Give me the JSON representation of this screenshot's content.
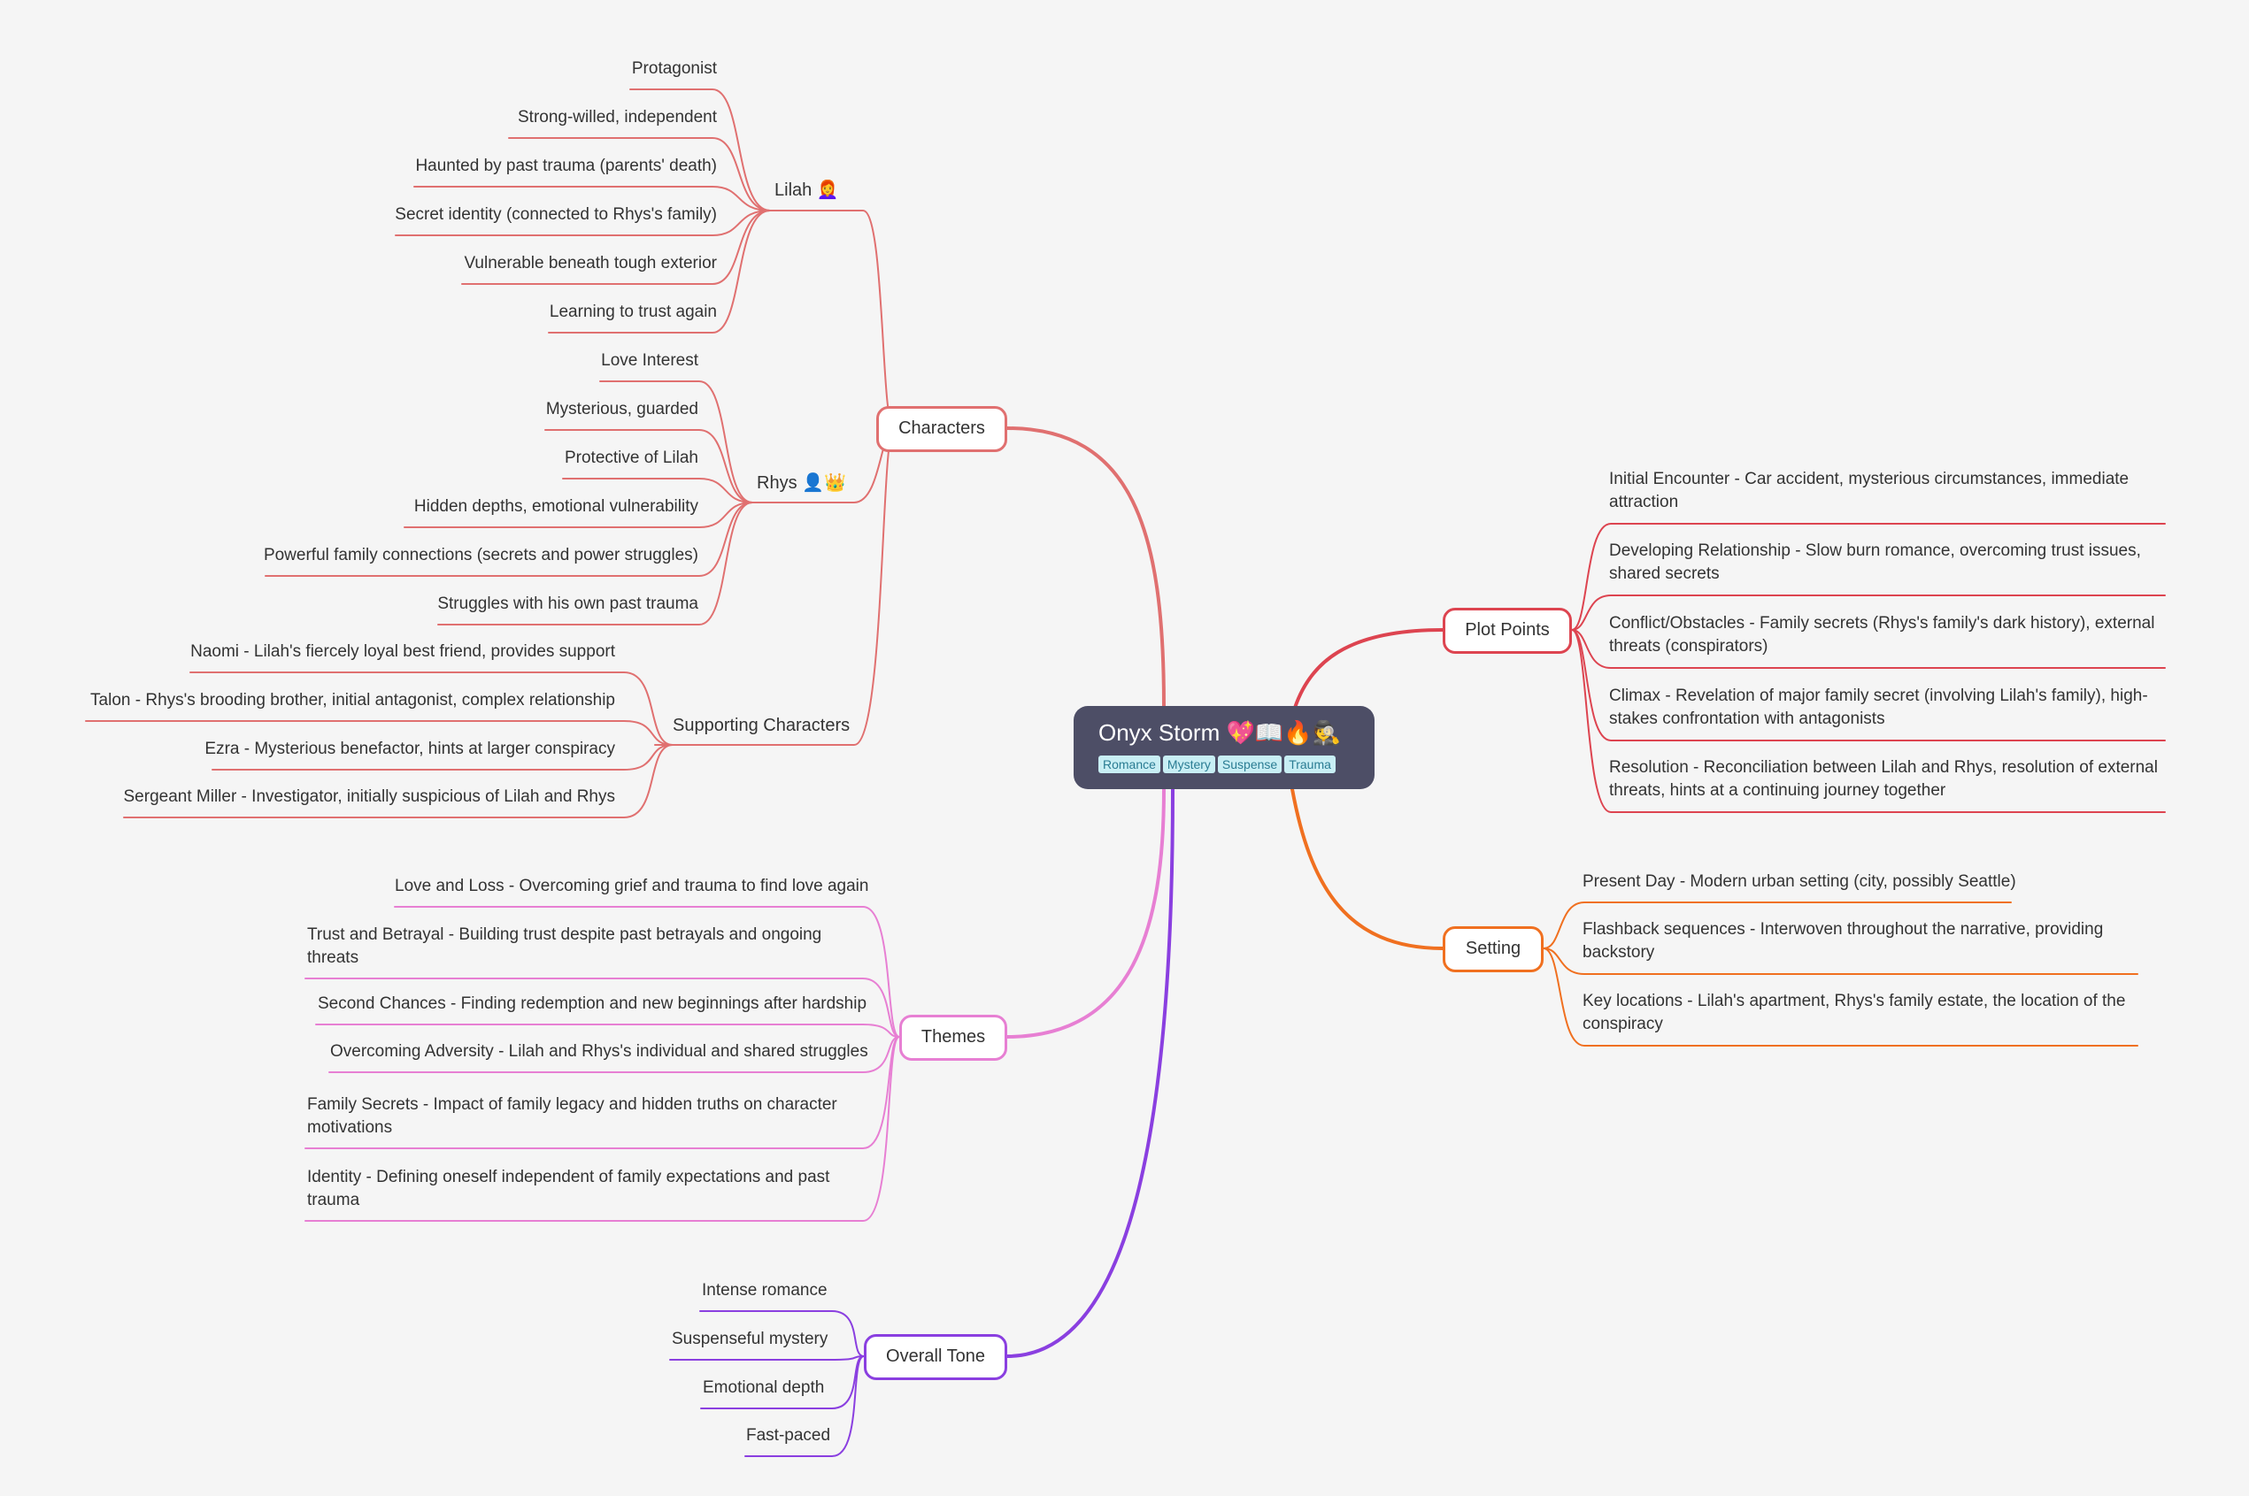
{
  "root": {
    "title": "Onyx Storm 💖📖🔥🕵",
    "tags": [
      "Romance",
      "Mystery",
      "Suspense",
      "Trauma"
    ]
  },
  "colors": {
    "characters": "#e07070",
    "themes": "#e77fd3",
    "overall_tone": "#8a3fe0",
    "plot_points": "#dd4450",
    "setting": "#f07020",
    "root_bg": "#4d4e66",
    "tag_bg": "#c8eef4",
    "tag_text": "#2a7c93"
  },
  "characters": {
    "label": "Characters",
    "lilah": {
      "label": "Lilah 👩‍🦰",
      "items": [
        "Protagonist",
        "Strong-willed, independent",
        "Haunted by past trauma (parents' death)",
        "Secret identity (connected to Rhys's family)",
        "Vulnerable beneath tough exterior",
        "Learning to trust again"
      ]
    },
    "rhys": {
      "label": "Rhys 👤👑",
      "items": [
        "Love Interest",
        "Mysterious, guarded",
        "Protective of Lilah",
        "Hidden depths, emotional vulnerability",
        "Powerful family connections (secrets and power struggles)",
        "Struggles with his own past trauma"
      ]
    },
    "supporting": {
      "label": "Supporting Characters",
      "items": [
        "Naomi - Lilah's fiercely loyal best friend, provides support",
        "Talon - Rhys's brooding brother, initial antagonist, complex relationship",
        "Ezra - Mysterious benefactor, hints at larger conspiracy",
        "Sergeant Miller -  Investigator, initially suspicious of Lilah and Rhys"
      ]
    }
  },
  "themes": {
    "label": "Themes",
    "items": [
      "Love and Loss - Overcoming grief and trauma to find love again",
      "Trust and Betrayal - Building trust despite past betrayals and ongoing threats",
      "Second Chances - Finding redemption and new beginnings after hardship",
      "Overcoming Adversity - Lilah and Rhys's individual and shared struggles",
      "Family Secrets - Impact of family legacy and hidden truths on character motivations",
      "Identity - Defining oneself independent of family expectations and past trauma"
    ]
  },
  "overall_tone": {
    "label": "Overall Tone",
    "items": [
      "Intense romance",
      "Suspenseful mystery",
      "Emotional depth",
      "Fast-paced"
    ]
  },
  "plot_points": {
    "label": "Plot Points",
    "items": [
      "Initial Encounter - Car accident, mysterious circumstances, immediate attraction",
      "Developing Relationship - Slow burn romance, overcoming trust issues, shared secrets",
      "Conflict/Obstacles - Family secrets (Rhys's family's dark history), external threats (conspirators)",
      "Climax - Revelation of major family secret (involving Lilah's family), high-stakes confrontation with antagonists",
      "Resolution - Reconciliation between Lilah and Rhys, resolution of external threats, hints at a continuing journey together"
    ]
  },
  "setting": {
    "label": "Setting",
    "items": [
      "Present Day - Modern urban setting (city, possibly Seattle)",
      "Flashback sequences - Interwoven throughout the narrative, providing backstory",
      "Key locations - Lilah's apartment, Rhys's family estate, the location of the conspiracy"
    ]
  }
}
